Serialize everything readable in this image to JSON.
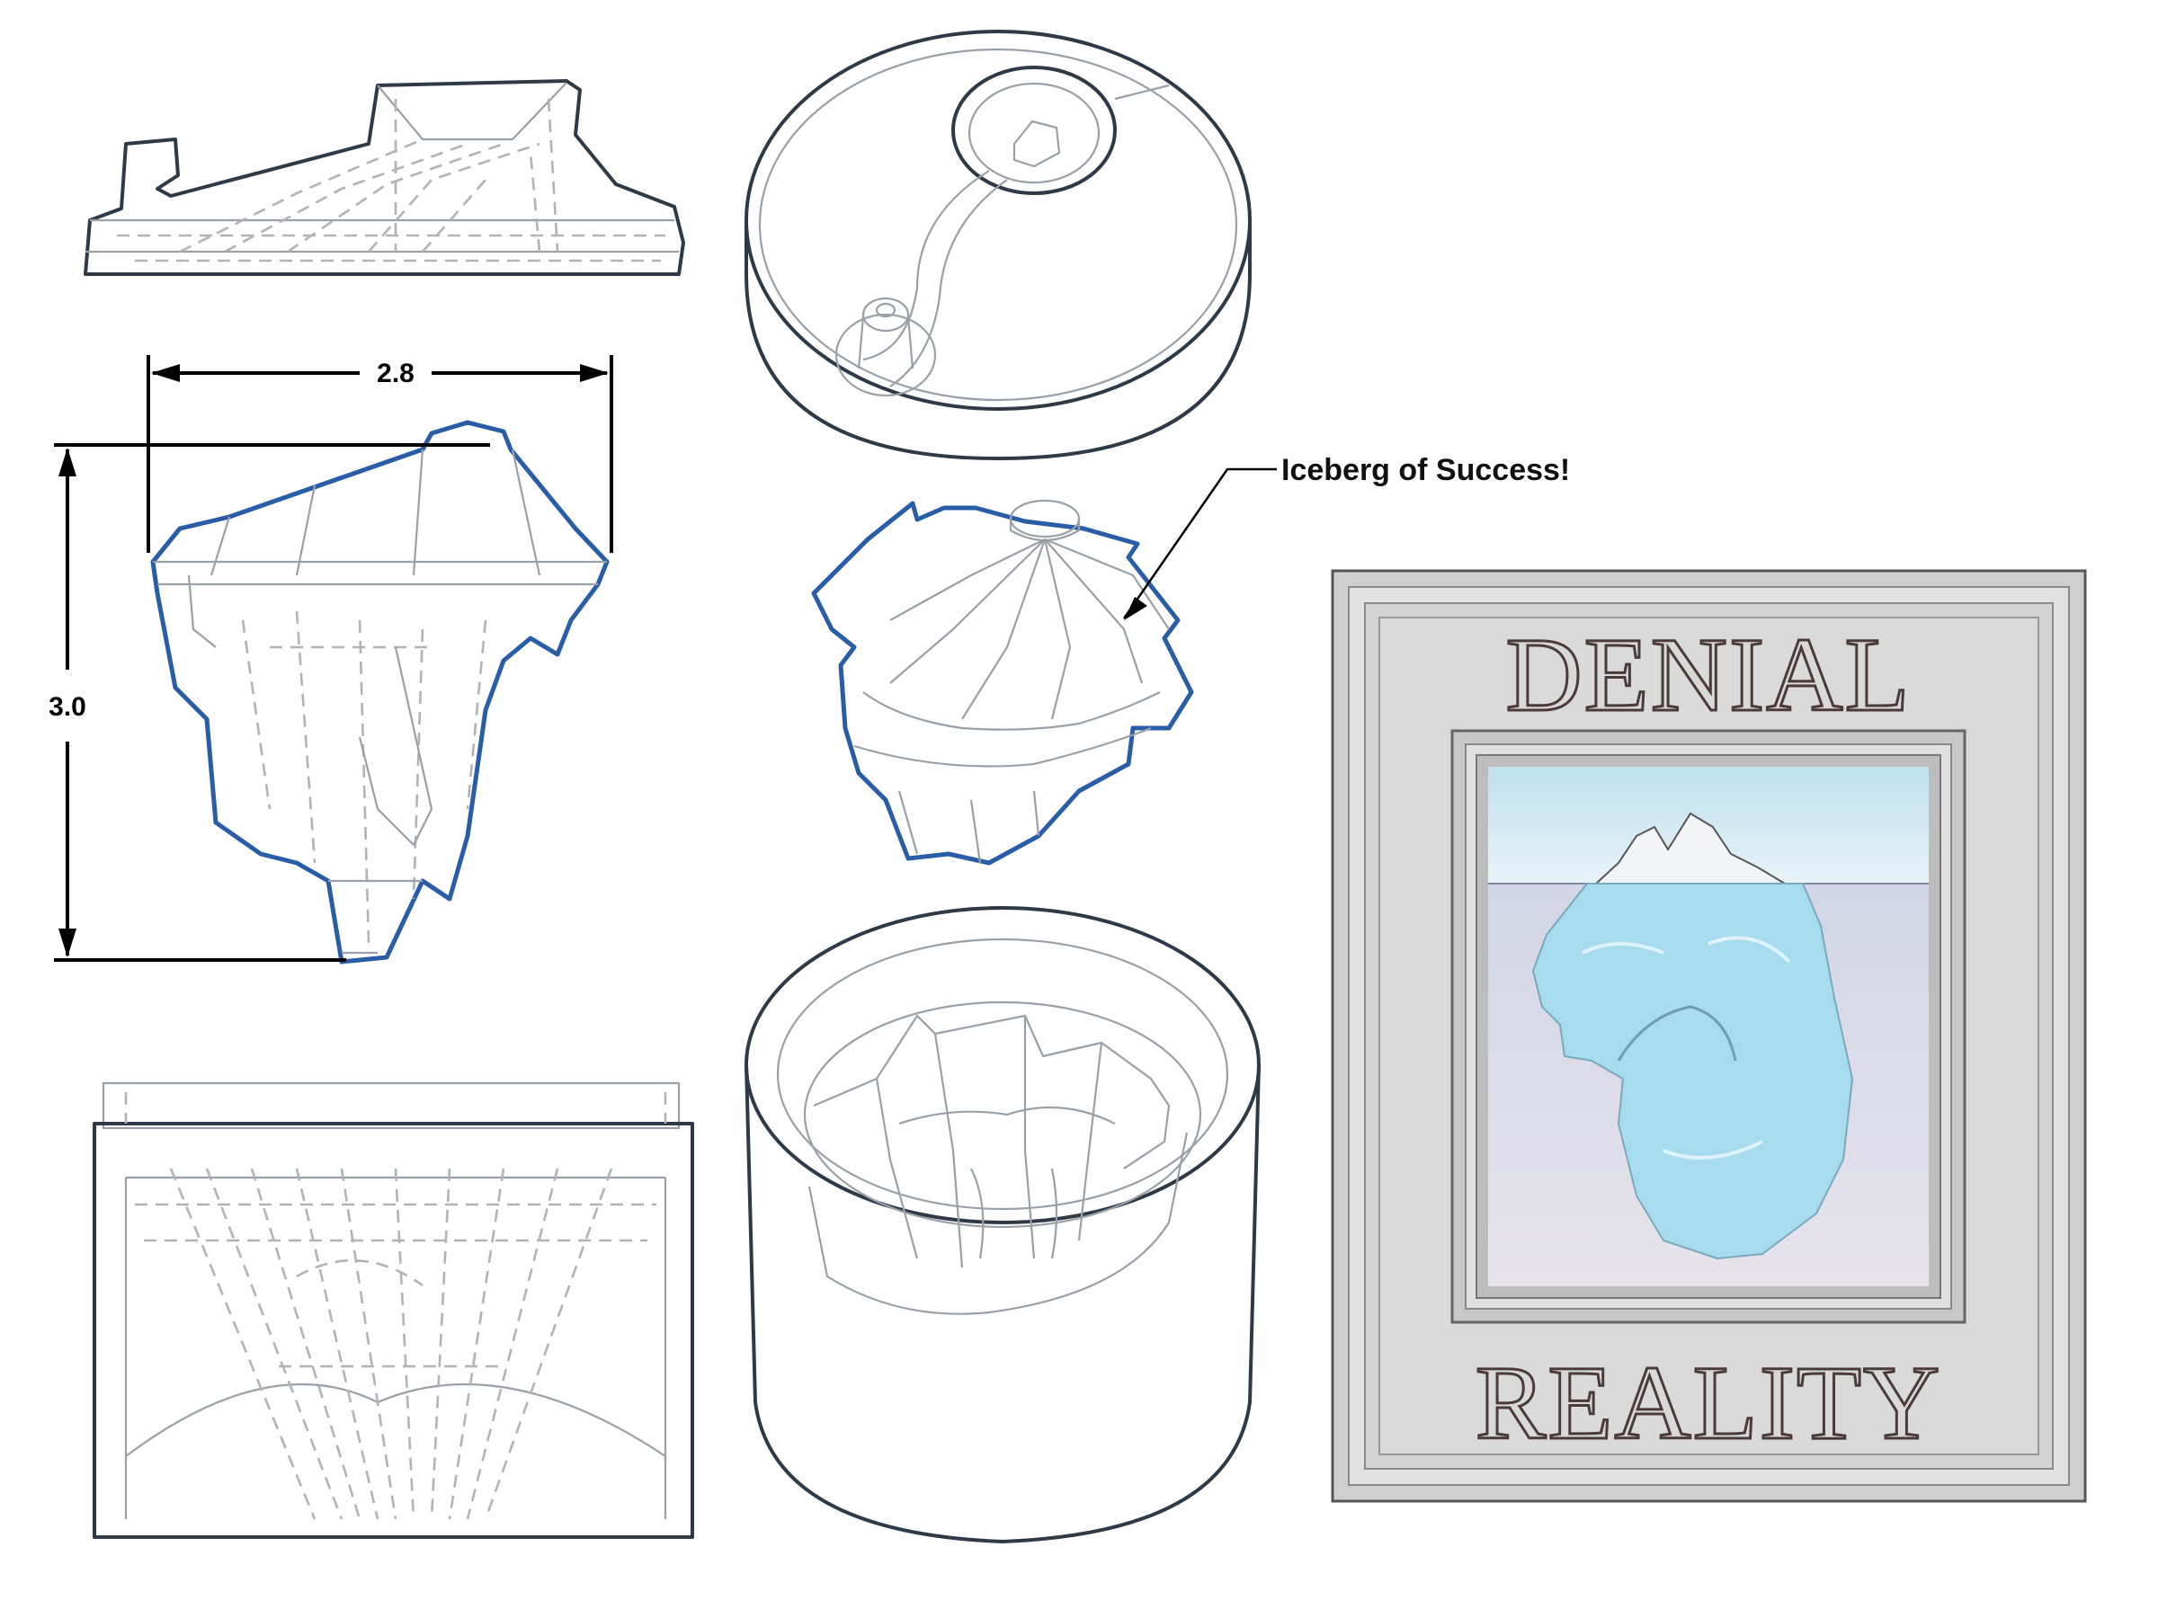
{
  "dimensions": {
    "width_label": "2.8",
    "height_label": "3.0"
  },
  "callout": {
    "label": "Iceberg of Success!"
  },
  "frame": {
    "top_word": "DENIAL",
    "bottom_word": "REALITY"
  },
  "colors": {
    "outline": "#2e3a48",
    "highlight_edge": "#2a5da8",
    "hidden_line": "#b3b3b3",
    "water": "#c8cfe0",
    "ice": "#9fd6ea",
    "frame": "#d6d6d6"
  }
}
